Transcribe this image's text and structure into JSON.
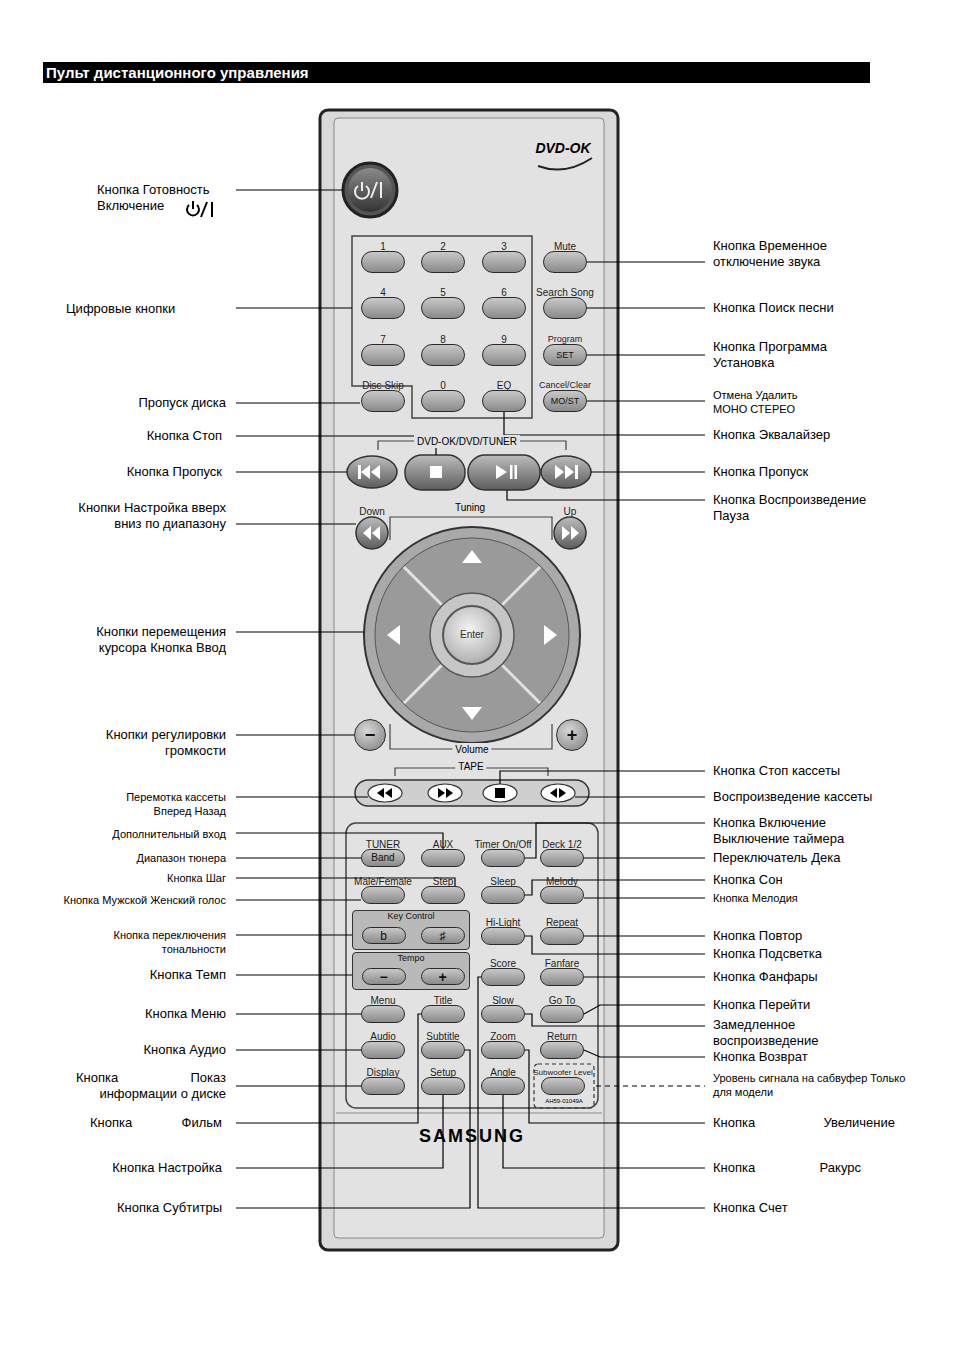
{
  "diagram": {
    "title": "Пульт дистанционного управления",
    "nodes": [
      {
        "text": [
          "1"
        ]
      },
      {
        "text": [
          "2"
        ]
      },
      {
        "text": [
          "3"
        ]
      },
      {
        "text": [
          "Mute"
        ]
      },
      {
        "text": [
          "4"
        ]
      },
      {
        "text": [
          "5"
        ]
      },
      {
        "text": [
          "6"
        ]
      },
      {
        "text": [
          "Search Song"
        ]
      },
      {
        "text": [
          "7"
        ]
      },
      {
        "text": [
          "8"
        ]
      },
      {
        "text": [
          "9"
        ]
      },
      {
        "text": [
          "Program",
          "SET"
        ]
      },
      {
        "text": [
          "Disc Skip"
        ]
      },
      {
        "text": [
          "0"
        ]
      },
      {
        "text": [
          "EQ"
        ]
      },
      {
        "text": [
          "Cancel/Clear",
          "MO/ST"
        ]
      },
      {
        "text": [
          "Down"
        ]
      },
      {
        "text": [
          "Up"
        ]
      },
      {
        "text": [
          "Enter"
        ]
      },
      {
        "text": [
          "−"
        ]
      },
      {
        "text": [
          "+"
        ]
      },
      {
        "text": [
          "TUNER",
          "Band"
        ]
      },
      {
        "text": [
          "AUX"
        ]
      },
      {
        "text": [
          "Timer On/Off"
        ]
      },
      {
        "text": [
          "Deck 1/2"
        ]
      },
      {
        "text": [
          "Male/Female"
        ]
      },
      {
        "text": [
          "Step"
        ]
      },
      {
        "text": [
          "Sleep"
        ]
      },
      {
        "text": [
          "Melody"
        ]
      },
      {
        "text": [
          "Key Control"
        ]
      },
      {
        "text": [
          "b"
        ],
        "in": 29
      },
      {
        "text": [
          "♯"
        ],
        "in": 29
      },
      {
        "text": [
          "Hi-Light"
        ]
      },
      {
        "text": [
          "Repeat"
        ]
      },
      {
        "text": [
          "Tempo"
        ]
      },
      {
        "text": [
          "−"
        ],
        "in": 34
      },
      {
        "text": [
          "+"
        ],
        "in": 34
      },
      {
        "text": [
          "Score"
        ]
      },
      {
        "text": [
          "Fanfare"
        ]
      },
      {
        "text": [
          "Menu"
        ]
      },
      {
        "text": [
          "Title"
        ]
      },
      {
        "text": [
          "Slow"
        ]
      },
      {
        "text": [
          "Go To"
        ]
      },
      {
        "text": [
          "Audio"
        ]
      },
      {
        "text": [
          "Subtitle"
        ]
      },
      {
        "text": [
          "Zoom"
        ]
      },
      {
        "text": [
          "Return"
        ]
      },
      {
        "text": [
          "Display"
        ]
      },
      {
        "text": [
          "Setup"
        ]
      },
      {
        "text": [
          "Angle"
        ]
      },
      {
        "text": [
          "Subwoofer Level"
        ]
      }
    ],
    "labels": [
      "DVD-OK",
      "DVD-OK/DVD/TUNER",
      "Tuning",
      "Volume",
      "TAPE",
      "AH59-01049A",
      "SAMSUNG",
      "Кнопка Готовность Включение",
      "Цифровые кнопки",
      "Пропуск диска",
      "Кнопка Стоп",
      "Кнопка Пропуск",
      "Кнопки Настройка вверх вниз по диапазону",
      "Кнопки перемещения курсора Кнопка Ввод",
      "Кнопки регулировки громкости",
      "Перемотка кассеты Вперед Назад",
      "Дополнительный вход",
      "Диапазон тюнера",
      "Кнопка Шаг",
      "Кнопка Мужской Женский голос",
      "Кнопка переключения тональности",
      "Кнопка Темп",
      "Кнопка Меню",
      "Кнопка Аудио",
      "Кнопка Показ информации о диске",
      "Кнопка Фильм",
      "Кнопка Настройка",
      "Кнопка Субтитры",
      "Кнопка Временное отключение звука",
      "Кнопка Поиск песни",
      "Кнопка Программа Установка",
      "Отмена Удалить МОНО СТЕРЕО",
      "Кнопка Эквалайзер",
      "Кнопка Пропуск",
      "Кнопка Воспроизведение Пауза",
      "Кнопка Стоп кассеты",
      "Воспроизведение кассеты",
      "Кнопка Включение Выключение таймера",
      "Переключатель Дека",
      "Кнопка Сон",
      "Кнопка Мелодия",
      "Кнопка Повтор",
      "Кнопка Подсветка",
      "Кнопка Фанфары",
      "Кнопка Перейти",
      "Замедленное воспроизведение",
      "Кнопка Возврат",
      "Уровень сигнала на сабвуфер Только для модели",
      "Кнопка Увеличение",
      "Кнопка Ракурс",
      "Кнопка Счет"
    ]
  }
}
